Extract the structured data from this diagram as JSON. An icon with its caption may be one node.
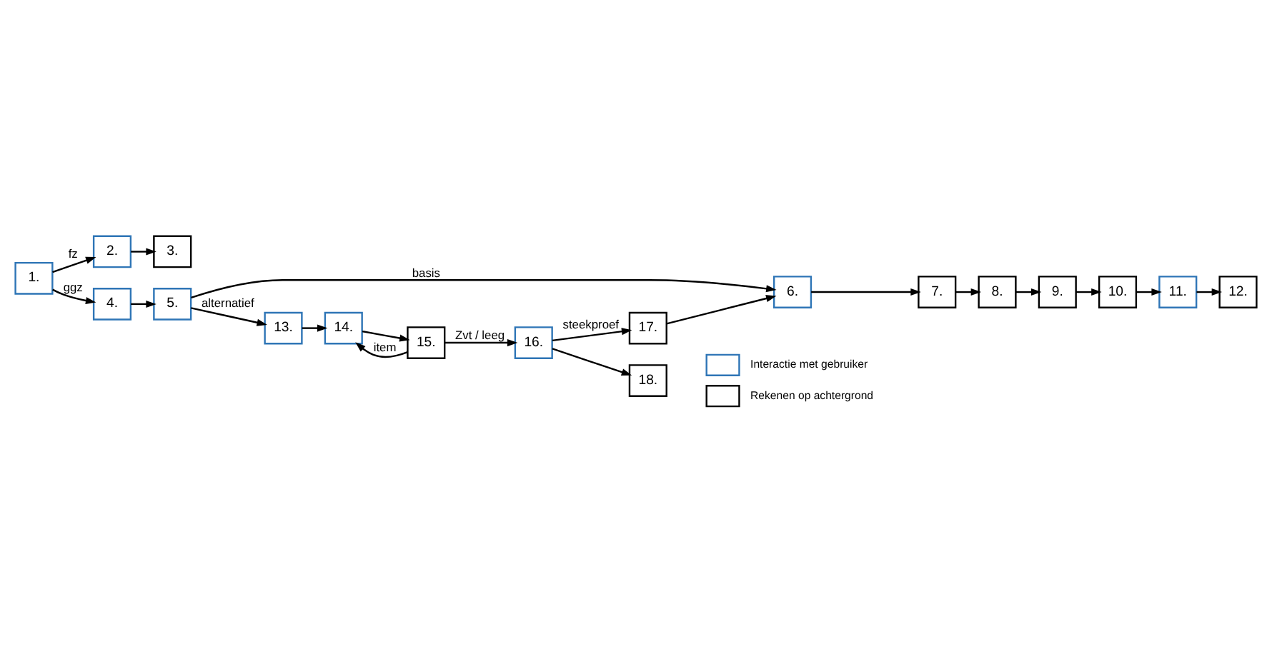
{
  "diagram": {
    "nodes": [
      {
        "text": [
          "1."
        ]
      },
      {
        "text": [
          "2."
        ]
      },
      {
        "text": [
          "3."
        ]
      },
      {
        "text": [
          "4."
        ]
      },
      {
        "text": [
          "5."
        ]
      },
      {
        "text": [
          "6."
        ]
      },
      {
        "text": [
          "7."
        ]
      },
      {
        "text": [
          "8."
        ]
      },
      {
        "text": [
          "9."
        ]
      },
      {
        "text": [
          "10."
        ]
      },
      {
        "text": [
          "11."
        ]
      },
      {
        "text": [
          "12."
        ]
      },
      {
        "text": [
          "13."
        ]
      },
      {
        "text": [
          "14."
        ]
      },
      {
        "text": [
          "15."
        ]
      },
      {
        "text": [
          "16."
        ]
      },
      {
        "text": [
          "17."
        ]
      },
      {
        "text": [
          "18."
        ]
      }
    ],
    "edges": [
      {
        "from": 0,
        "to": 1,
        "arrow": "to",
        "label": "fz"
      },
      {
        "from": 1,
        "to": 2,
        "arrow": "to"
      },
      {
        "from": 0,
        "to": 3,
        "arrow": "to",
        "label": "ggz"
      },
      {
        "from": 3,
        "to": 4,
        "arrow": "to"
      },
      {
        "from": 4,
        "to": 5,
        "arrow": "to",
        "label": "basis"
      },
      {
        "from": 5,
        "to": 6,
        "arrow": "to"
      },
      {
        "from": 6,
        "to": 7,
        "arrow": "to"
      },
      {
        "from": 7,
        "to": 8,
        "arrow": "to"
      },
      {
        "from": 8,
        "to": 9,
        "arrow": "to"
      },
      {
        "from": 9,
        "to": 10,
        "arrow": "to"
      },
      {
        "from": 10,
        "to": 11,
        "arrow": "to"
      },
      {
        "from": 16,
        "to": 5,
        "arrow": "to"
      },
      {
        "from": 15,
        "to": 16,
        "arrow": "to",
        "label": "steekproef"
      },
      {
        "from": 4,
        "to": 12,
        "arrow": "to",
        "label": "alternatief"
      },
      {
        "from": 12,
        "to": 13,
        "arrow": "to"
      },
      {
        "from": 13,
        "to": 14,
        "arrow": "to"
      },
      {
        "from": 14,
        "to": 13,
        "arrow": "to",
        "label": "item"
      },
      {
        "from": 14,
        "to": 15,
        "arrow": "to",
        "label": "Zvt / leeg"
      },
      {
        "from": 15,
        "to": 17,
        "arrow": "to"
      }
    ],
    "legend": [
      {
        "text": "Interactie met gebruiker",
        "color": "#2e75b6"
      },
      {
        "text": "Rekenen op achtergrond",
        "color": "#000000"
      }
    ]
  }
}
